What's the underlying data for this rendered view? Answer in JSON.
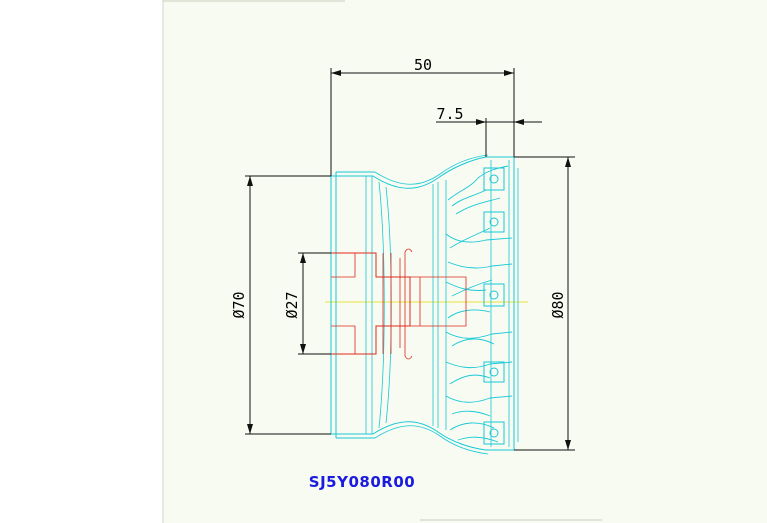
{
  "colors": {
    "sheet_background": "#f7fbf1",
    "page_background": "#ffffff",
    "outline_cyan": "#19c8d8",
    "bore_red": "#e0281c",
    "dimension_black": "#111111",
    "centerline_yellow": "#e8e23a",
    "model_text_blue": "#1a1ae0"
  },
  "dimensions": {
    "overall_length": "50",
    "insert_offset": "7.5",
    "shoulder_diameter": "Ø70",
    "bore_diameter": "Ø27",
    "cutter_diameter": "Ø80"
  },
  "model_code": "SJ5Y080R00",
  "icons": {
    "cutter_body": "face-mill-cutter-icon",
    "insert": "square-insert-icon"
  }
}
